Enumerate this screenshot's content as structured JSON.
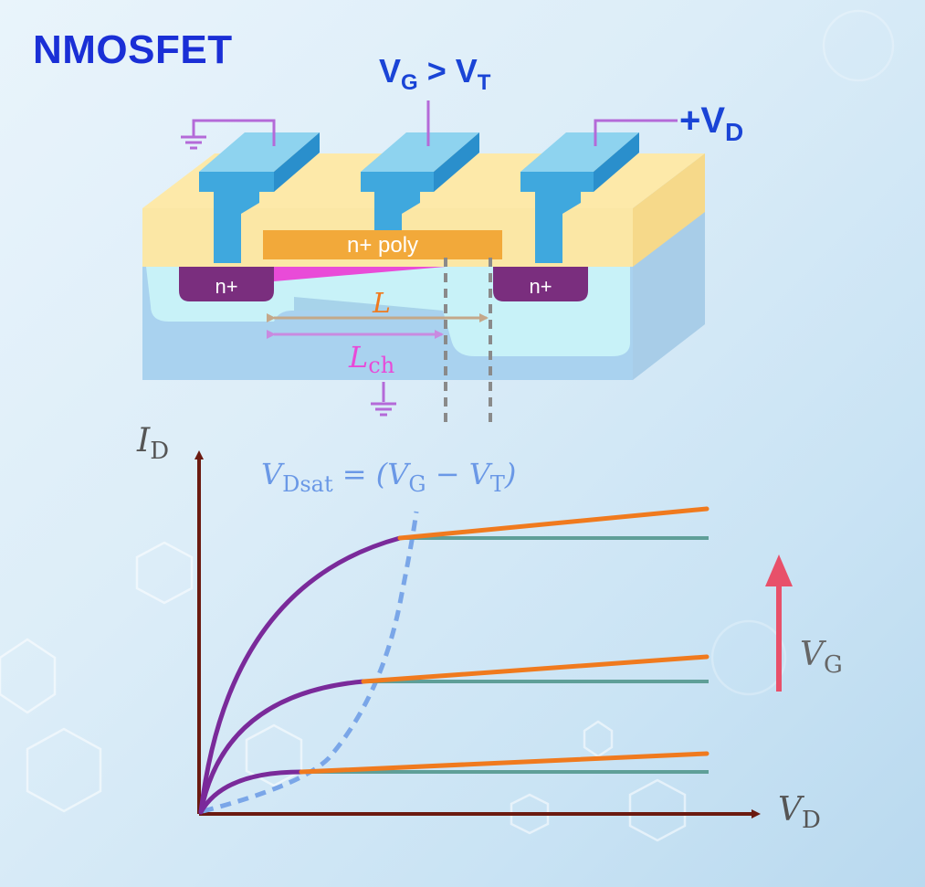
{
  "title": "NMOSFET",
  "device": {
    "gate_label": {
      "v": "V",
      "sub": "G",
      "op": " > ",
      "v2": "V",
      "sub2": "T"
    },
    "drain_label": {
      "prefix": "+V",
      "sub": "D"
    },
    "poly_label": "n+ poly",
    "source_label": "n+",
    "drain_region_label": "n+",
    "length_label": "L",
    "channel_length_label": {
      "v": "L",
      "sub": "ch"
    }
  },
  "graph": {
    "y_label": {
      "v": "I",
      "sub": "D"
    },
    "x_label": {
      "v": "V",
      "sub": "D"
    },
    "vdsat_label": {
      "v": "V",
      "sub": "Dsat",
      "rhs": " = (V",
      "sub2": "G",
      "mid": " − V",
      "sub3": "T",
      "end": ")"
    },
    "vg_label": {
      "v": "V",
      "sub": "G"
    },
    "colors": {
      "axis": "#6b1a10",
      "triode": "#7a2a9a",
      "saturation": "#f07a1e",
      "ideal": "#5f9f98",
      "vdsat": "#7aa6e8",
      "vg_arrow": "#e8506a"
    }
  }
}
